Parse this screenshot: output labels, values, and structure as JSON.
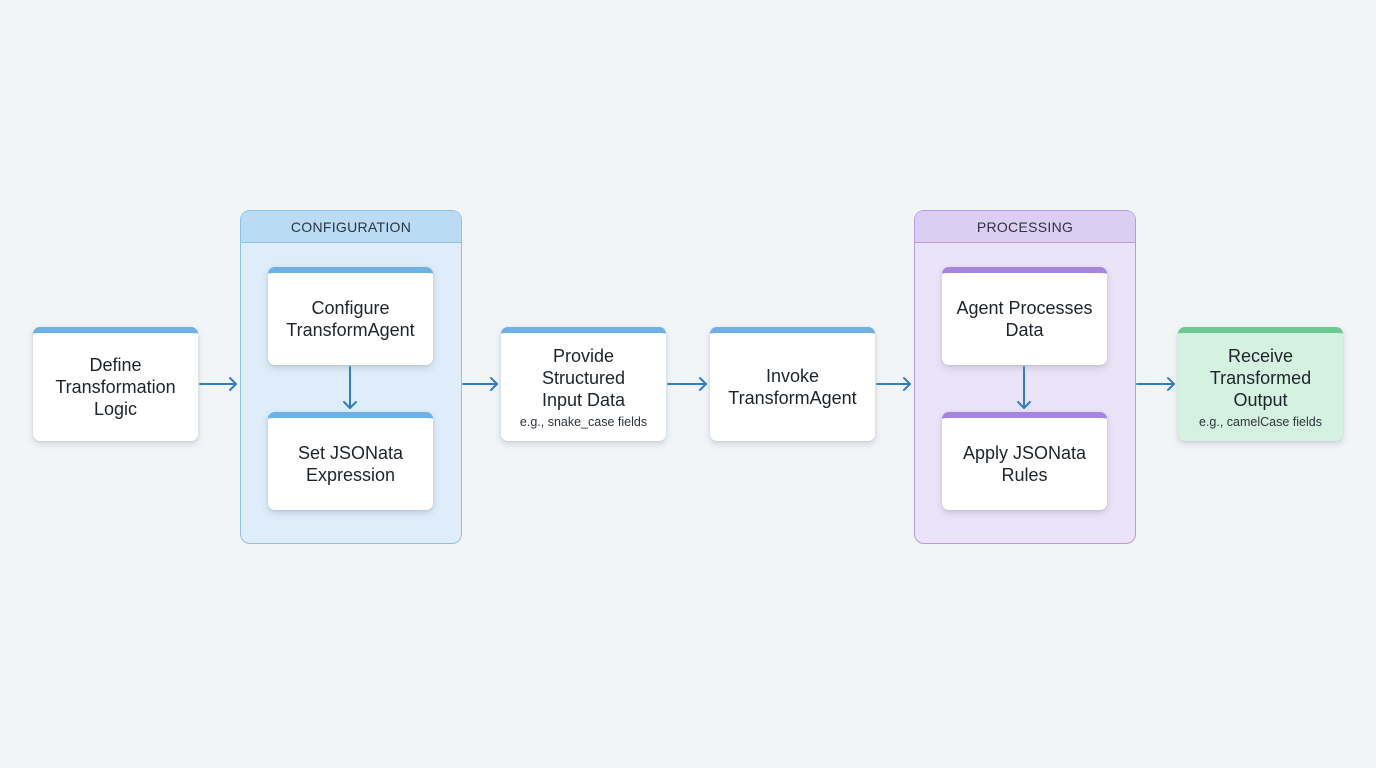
{
  "groups": {
    "configuration": "CONFIGURATION",
    "processing": "PROCESSING"
  },
  "nodes": {
    "define_logic": {
      "title": "Define\nTransformation\nLogic"
    },
    "configure_agent": {
      "title": "Configure\nTransformAgent"
    },
    "set_expression": {
      "title": "Set JSONata\nExpression"
    },
    "provide_input": {
      "title": "Provide\nStructured\nInput Data",
      "subtitle": "e.g., snake_case fields"
    },
    "invoke_agent": {
      "title": "Invoke\nTransformAgent"
    },
    "agent_processes": {
      "title": "Agent Processes\nData"
    },
    "apply_rules": {
      "title": "Apply JSONata\nRules"
    },
    "receive_output": {
      "title": "Receive\nTransformed\nOutput",
      "subtitle": "e.g., camelCase fields"
    }
  },
  "colors": {
    "background": "#f2f5f8",
    "arrow": "#2f7fc8",
    "blue_accent": "#6fb0e6",
    "purple_accent": "#a685df",
    "green_accent": "#6dc993",
    "config_fill": "#deedf9",
    "processing_fill": "#ebe3f8",
    "output_fill": "#d5f1e0"
  }
}
